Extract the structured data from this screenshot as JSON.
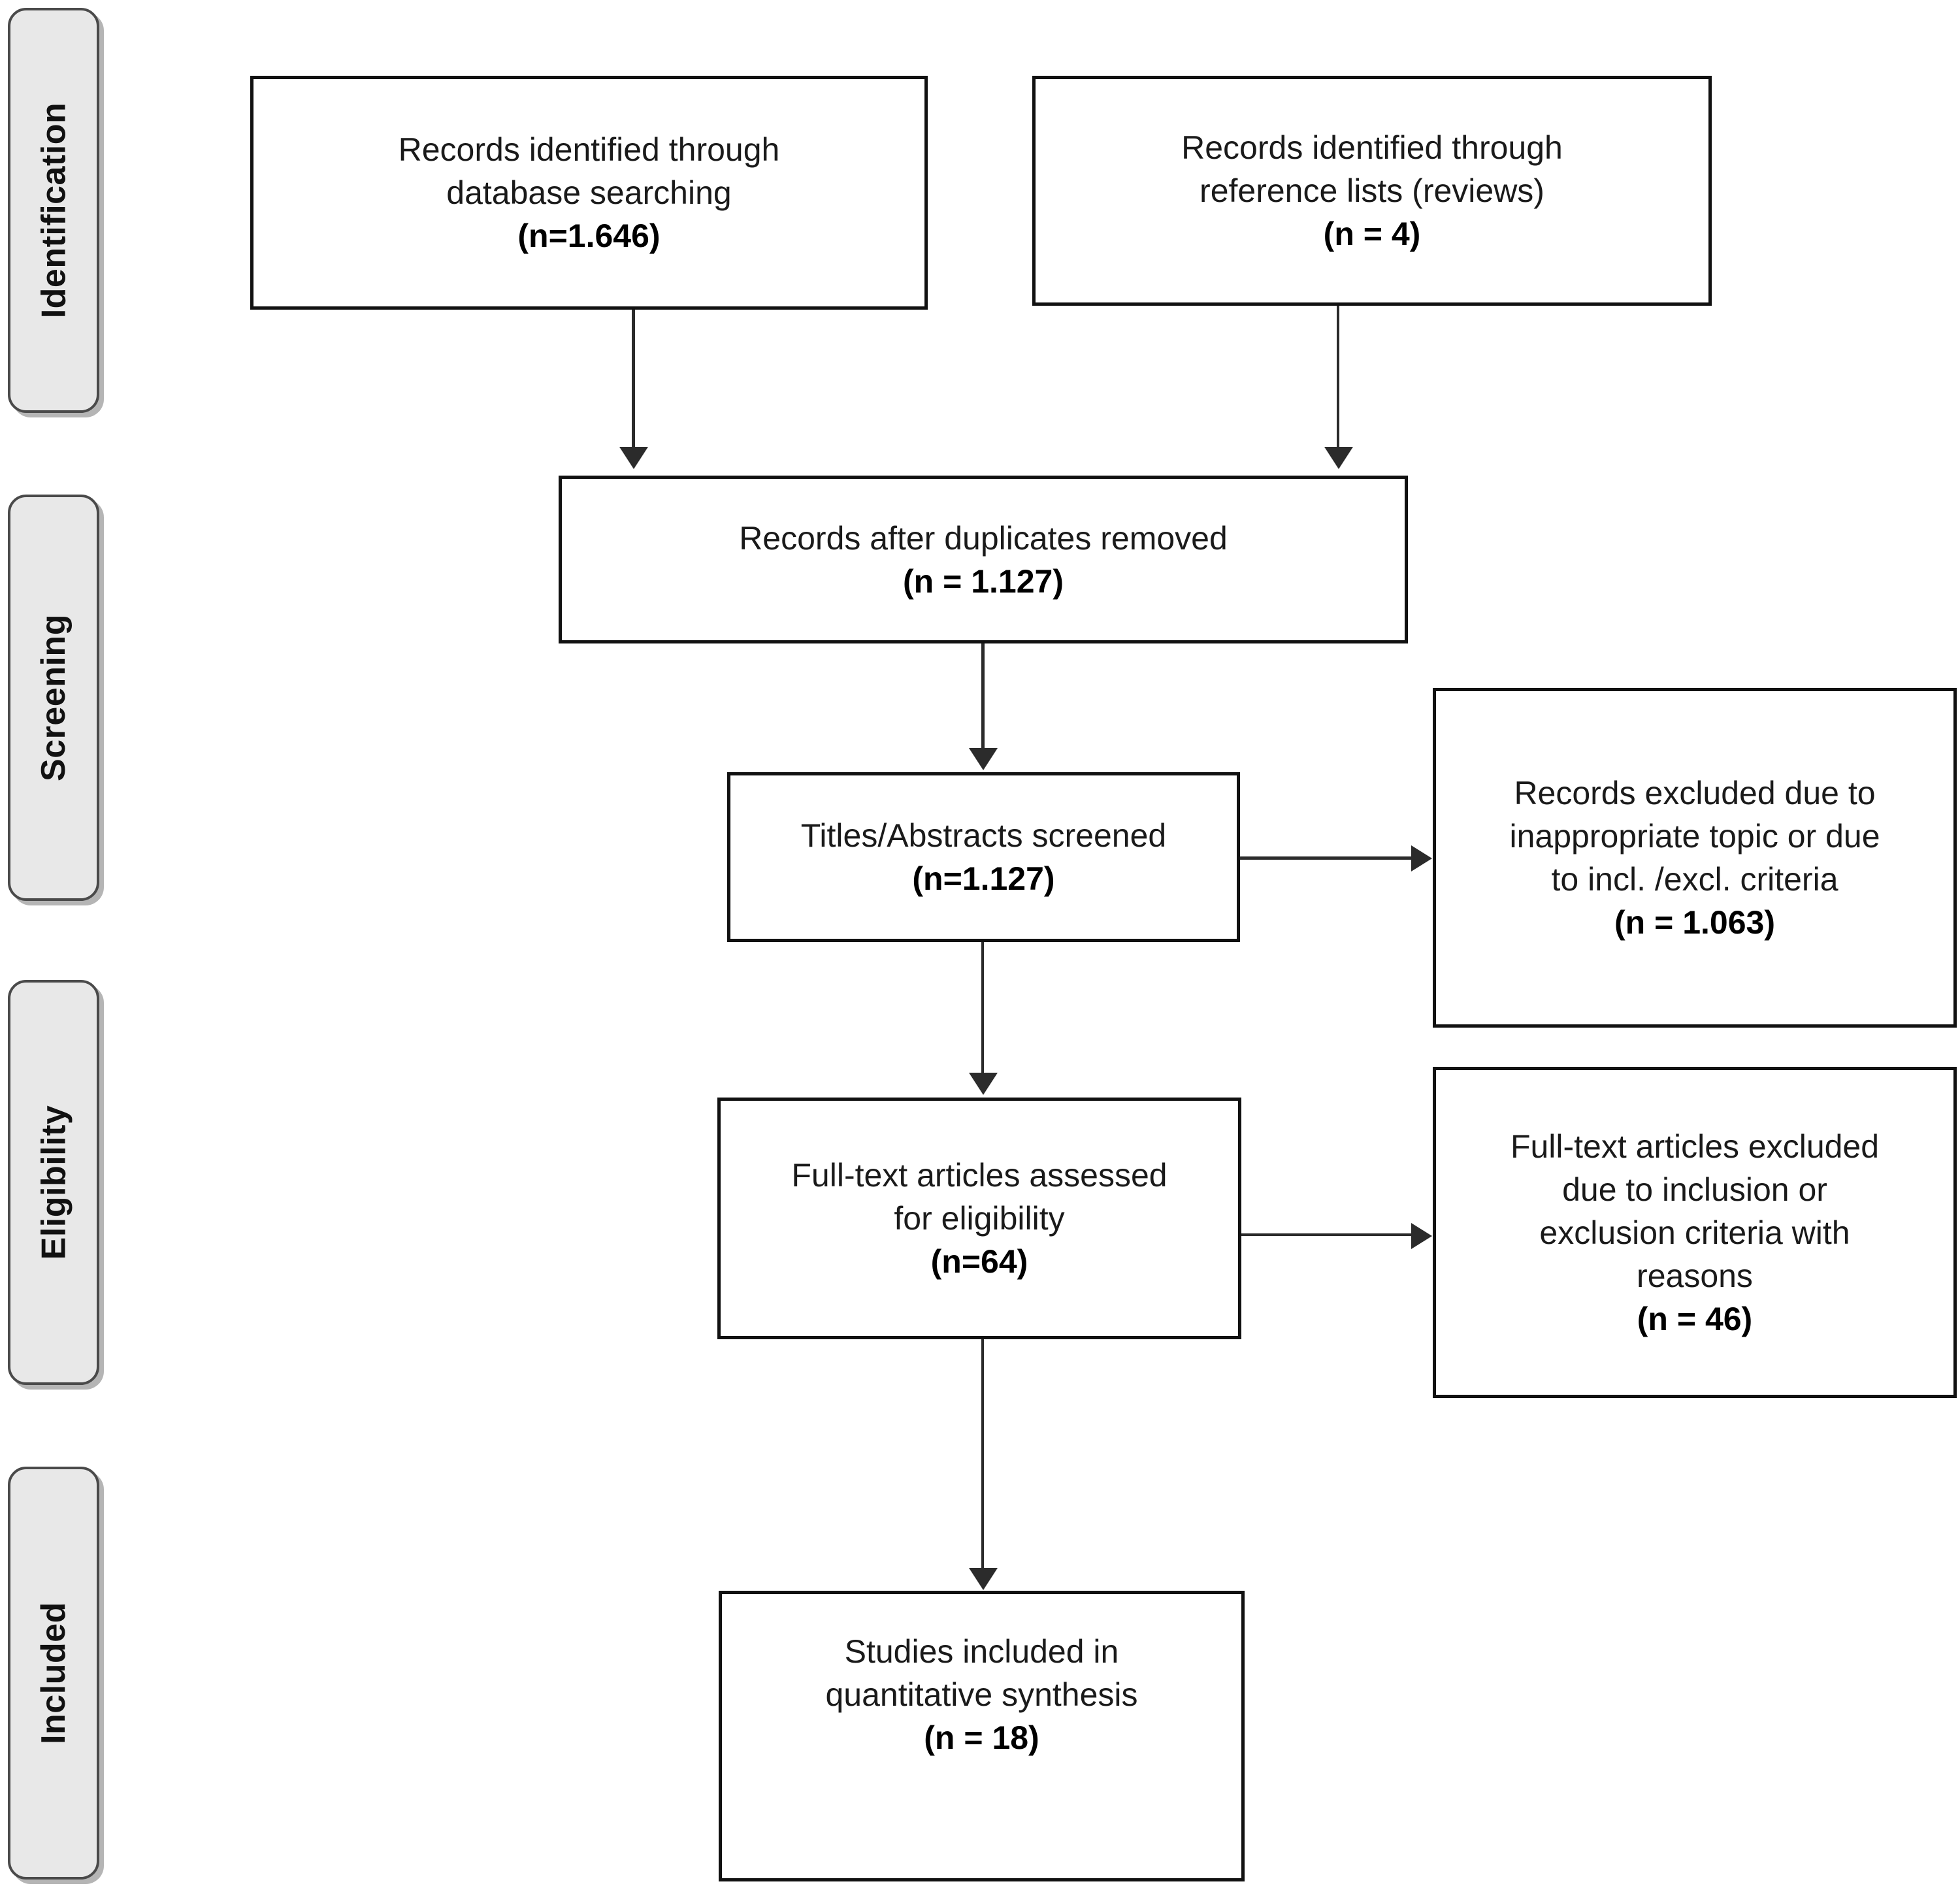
{
  "diagram": {
    "type": "PRISMA flow diagram",
    "stages": [
      {
        "id": "identification",
        "label": "Identification"
      },
      {
        "id": "screening",
        "label": "Screening"
      },
      {
        "id": "eligibility",
        "label": "Eligibility"
      },
      {
        "id": "included",
        "label": "Included"
      }
    ],
    "boxes": {
      "db_search": {
        "line1": "Records identified through",
        "line2": "database searching",
        "count": "(n=1.646)"
      },
      "ref_lists": {
        "line1": "Records identified through",
        "line2": "reference lists (reviews)",
        "count": "(n = 4)"
      },
      "duplicates_removed": {
        "line1": "Records after duplicates removed",
        "count": "(n = 1.127)"
      },
      "titles_abstracts": {
        "line1": "Titles/Abstracts screened",
        "count": "(n=1.127)"
      },
      "records_excluded": {
        "line1": "Records excluded due to",
        "line2": "inappropriate topic or due",
        "line3": "to incl. /excl. criteria",
        "count": "(n = 1.063)"
      },
      "fulltext_assessed": {
        "line1": "Full-text articles assessed",
        "line2": "for eligibility",
        "count": "(n=64)"
      },
      "fulltext_excluded": {
        "line1": "Full-text articles excluded",
        "line2": "due to inclusion or",
        "line3": "exclusion criteria with",
        "line4": "reasons",
        "count": "(n = 46)"
      },
      "studies_included": {
        "line1": "Studies included in",
        "line2": "quantitative synthesis",
        "count": "(n = 18)"
      }
    }
  },
  "chart_data": {
    "type": "diagram",
    "title": "PRISMA flow diagram",
    "nodes": [
      {
        "id": "db_search",
        "stage": "Identification",
        "label": "Records identified through database searching",
        "n": 1646,
        "n_text": "(n=1.646)"
      },
      {
        "id": "ref_lists",
        "stage": "Identification",
        "label": "Records identified through reference lists (reviews)",
        "n": 4,
        "n_text": "(n = 4)"
      },
      {
        "id": "duplicates_removed",
        "stage": "Screening",
        "label": "Records after duplicates removed",
        "n": 1127,
        "n_text": "(n = 1.127)"
      },
      {
        "id": "titles_abstracts",
        "stage": "Screening",
        "label": "Titles/Abstracts screened",
        "n": 1127,
        "n_text": "(n=1.127)"
      },
      {
        "id": "records_excluded",
        "stage": "Screening",
        "label": "Records excluded due to inappropriate topic or due to incl. /excl. criteria",
        "n": 1063,
        "n_text": "(n = 1.063)"
      },
      {
        "id": "fulltext_assessed",
        "stage": "Eligibility",
        "label": "Full-text articles assessed for eligibility",
        "n": 64,
        "n_text": "(n=64)"
      },
      {
        "id": "fulltext_excluded",
        "stage": "Eligibility",
        "label": "Full-text articles excluded due to inclusion or exclusion criteria with reasons",
        "n": 46,
        "n_text": "(n = 46)"
      },
      {
        "id": "studies_included",
        "stage": "Included",
        "label": "Studies included in quantitative synthesis",
        "n": 18,
        "n_text": "(n = 18)"
      }
    ],
    "edges": [
      {
        "from": "db_search",
        "to": "duplicates_removed",
        "direction": "down"
      },
      {
        "from": "ref_lists",
        "to": "duplicates_removed",
        "direction": "down"
      },
      {
        "from": "duplicates_removed",
        "to": "titles_abstracts",
        "direction": "down"
      },
      {
        "from": "titles_abstracts",
        "to": "records_excluded",
        "direction": "right"
      },
      {
        "from": "titles_abstracts",
        "to": "fulltext_assessed",
        "direction": "down"
      },
      {
        "from": "fulltext_assessed",
        "to": "fulltext_excluded",
        "direction": "right"
      },
      {
        "from": "fulltext_assessed",
        "to": "studies_included",
        "direction": "down"
      }
    ],
    "colors": {
      "box_border": "#111111",
      "box_fill": "#ffffff",
      "stage_fill": "#e8e8e8",
      "stage_border": "#4a4a4a",
      "connector": "#2b2b2b"
    }
  }
}
